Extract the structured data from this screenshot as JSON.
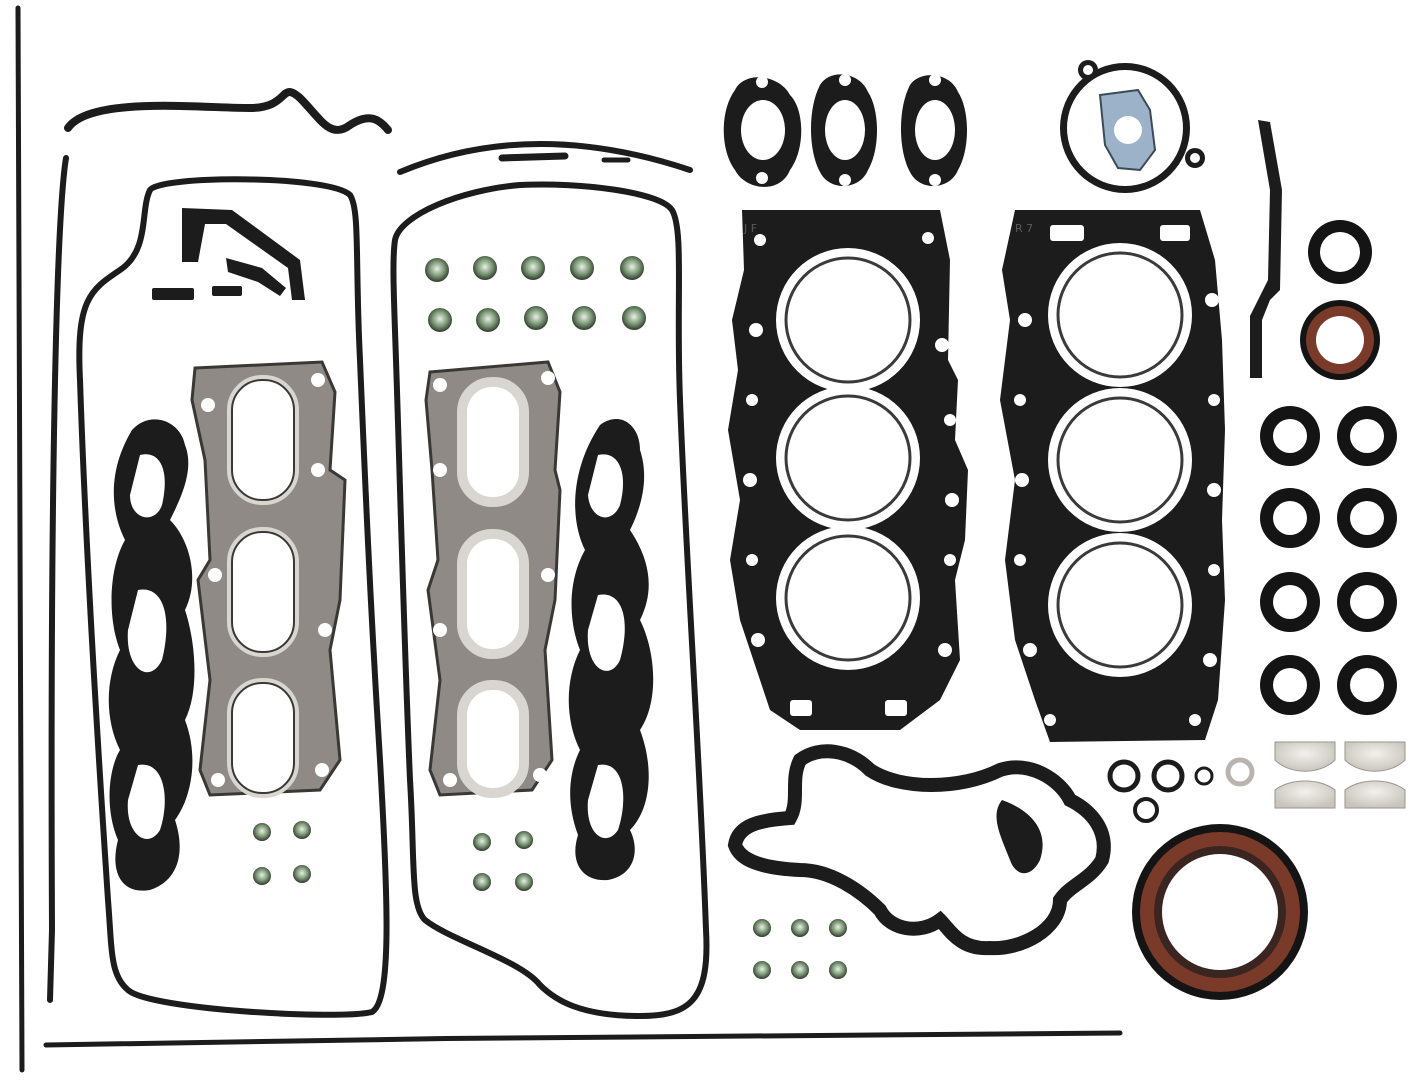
{
  "image": {
    "subject": "engine-full-gasket-set",
    "background_color": "#ffffff"
  },
  "colors": {
    "gasket_black": "#1c1c1c",
    "steel": "#8f8a85",
    "steel_light": "#c9c6c2",
    "seal_rust": "#7a3a2a",
    "seal_black": "#141414",
    "stem_seal_green": "#6d8a6a",
    "shim_grey": "#d6d2cc"
  },
  "stamps": {
    "head_gasket_left": "J F",
    "head_gasket_right": "R 7"
  }
}
